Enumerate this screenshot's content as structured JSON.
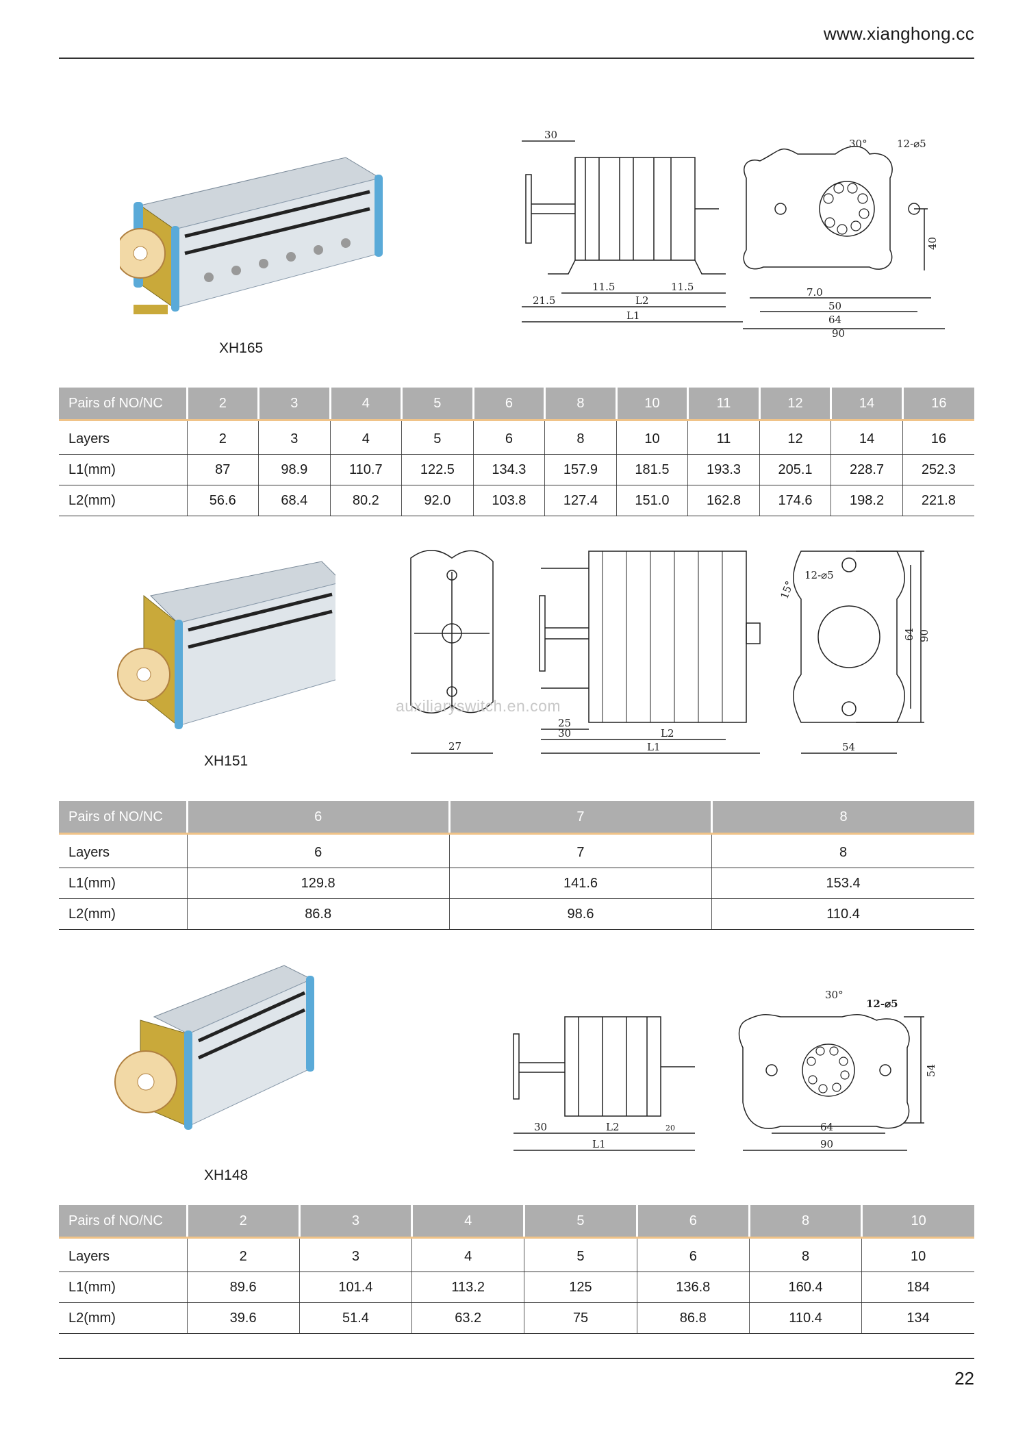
{
  "header": {
    "website": "www.xianghong.cc"
  },
  "page_number": "22",
  "watermark": "auxiliaryswitch.en.com",
  "sections": [
    {
      "model": "XH165",
      "drawing_labels": {
        "d30": "30",
        "d21_5": "21.5",
        "d11_5a": "11.5",
        "d11_5b": "11.5",
        "L2": "L2",
        "L1": "L1",
        "d30deg": "30°",
        "d12phi5": "12-⌀5",
        "d40": "40",
        "d7": "7.0",
        "d50": "50",
        "d64": "64",
        "d90": "90"
      },
      "table": {
        "headers": [
          "Pairs of NO/NC",
          "2",
          "3",
          "4",
          "5",
          "6",
          "8",
          "10",
          "11",
          "12",
          "14",
          "16"
        ],
        "rows": [
          [
            "Layers",
            "2",
            "3",
            "4",
            "5",
            "6",
            "8",
            "10",
            "11",
            "12",
            "14",
            "16"
          ],
          [
            "L1(mm)",
            "87",
            "98.9",
            "110.7",
            "122.5",
            "134.3",
            "157.9",
            "181.5",
            "193.3",
            "205.1",
            "228.7",
            "252.3"
          ],
          [
            "L2(mm)",
            "56.6",
            "68.4",
            "80.2",
            "92.0",
            "103.8",
            "127.4",
            "151.0",
            "162.8",
            "174.6",
            "198.2",
            "221.8"
          ]
        ]
      }
    },
    {
      "model": "XH151",
      "drawing_labels": {
        "d27": "27",
        "d25": "25",
        "d30": "30",
        "L2": "L2",
        "L1": "L1",
        "d15deg": "15°",
        "d12phi5": "12-⌀5",
        "d64": "64",
        "d90": "90",
        "d54": "54"
      },
      "table": {
        "headers": [
          "Pairs of NO/NC",
          "6",
          "7",
          "8"
        ],
        "rows": [
          [
            "Layers",
            "6",
            "7",
            "8"
          ],
          [
            "L1(mm)",
            "129.8",
            "141.6",
            "153.4"
          ],
          [
            "L2(mm)",
            "86.8",
            "98.6",
            "110.4"
          ]
        ]
      }
    },
    {
      "model": "XH148",
      "drawing_labels": {
        "d30": "30",
        "L2": "L2",
        "d20": "20",
        "L1": "L1",
        "d30deg": "30°",
        "d12phi5": "12-⌀5",
        "d54": "54",
        "d64": "64",
        "d90": "90"
      },
      "table": {
        "headers": [
          "Pairs of NO/NC",
          "2",
          "3",
          "4",
          "5",
          "6",
          "8",
          "10"
        ],
        "rows": [
          [
            "Layers",
            "2",
            "3",
            "4",
            "5",
            "6",
            "8",
            "10"
          ],
          [
            "L1(mm)",
            "89.6",
            "101.4",
            "113.2",
            "125",
            "136.8",
            "160.4",
            "184"
          ],
          [
            "L2(mm)",
            "39.6",
            "51.4",
            "63.2",
            "75",
            "86.8",
            "110.4",
            "134"
          ]
        ]
      }
    }
  ]
}
